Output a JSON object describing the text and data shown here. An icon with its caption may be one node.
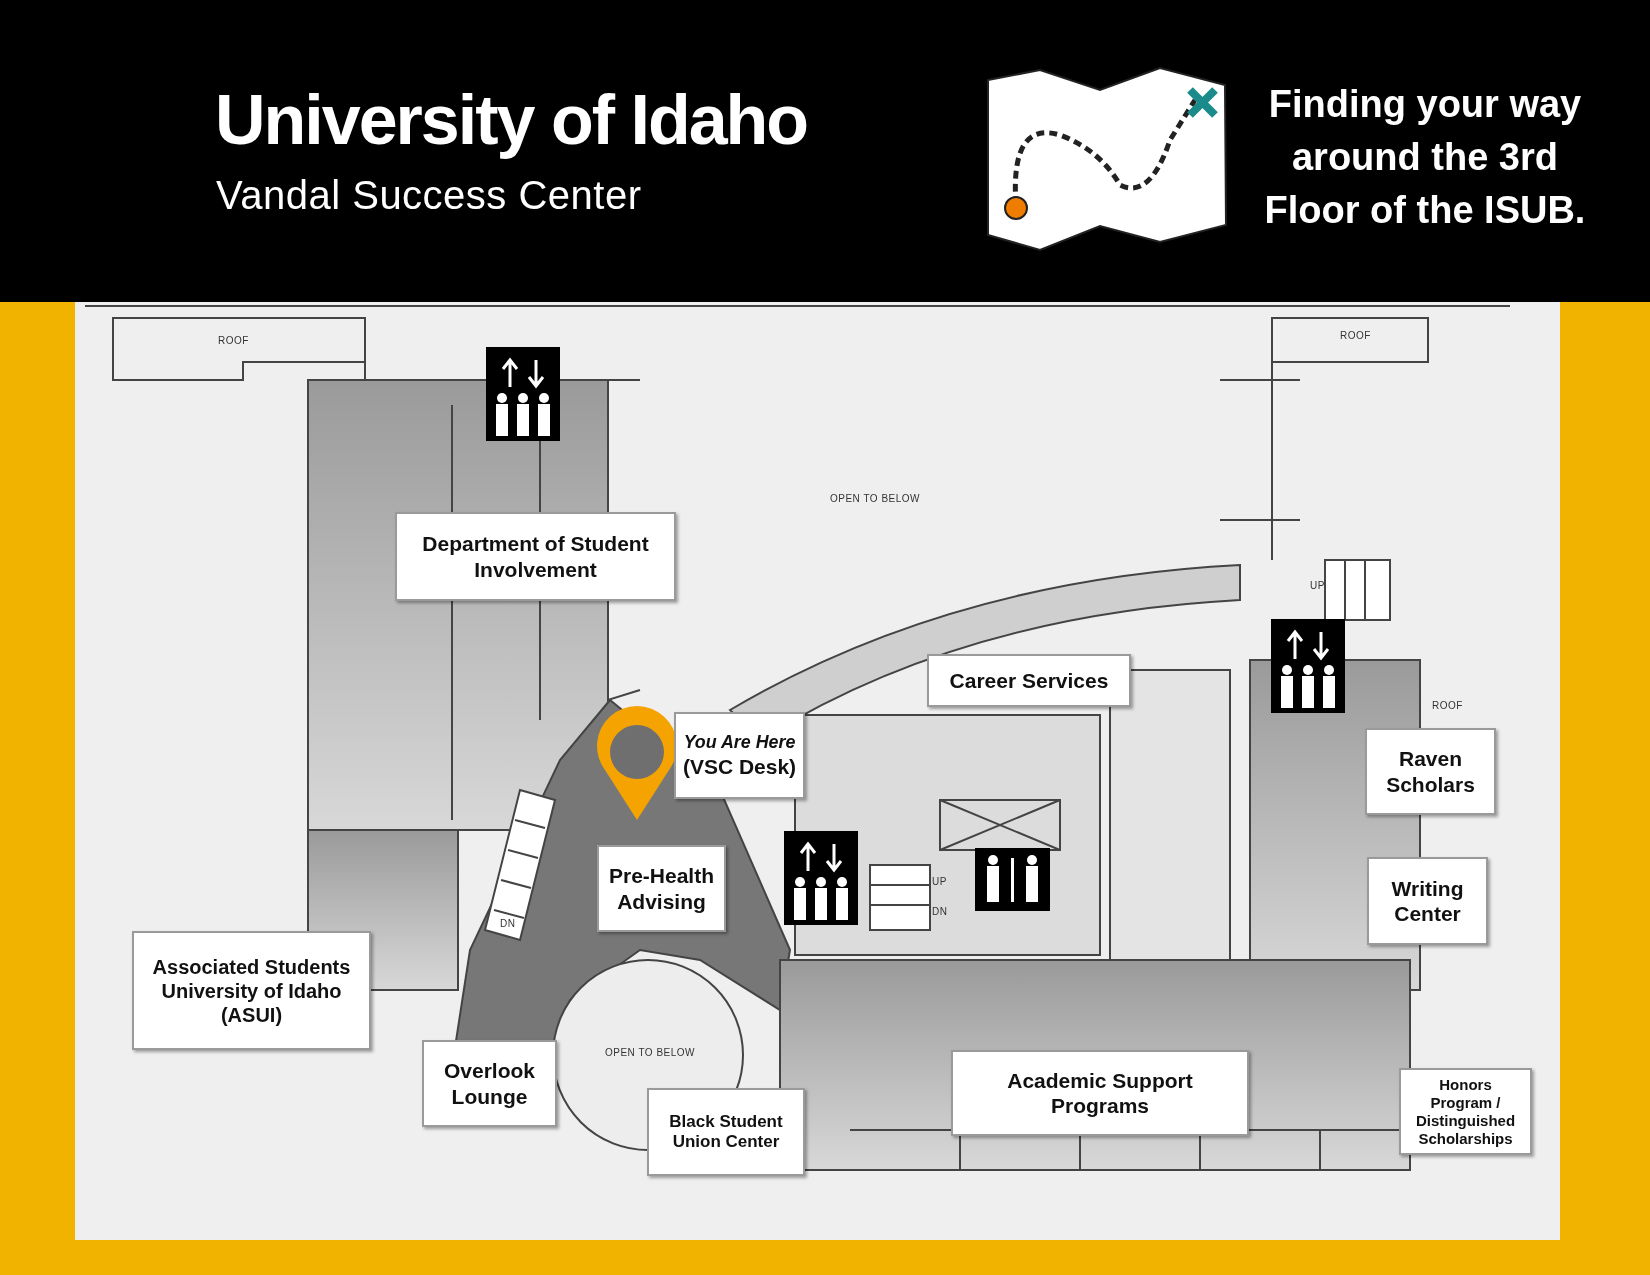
{
  "diagram": {
    "title": "Finding your way around the 3rd Floor of the ISUB.",
    "nodes": [
      {
        "text": [
          "Department of Student Involvement"
        ]
      },
      {
        "text": [
          "Career Services"
        ]
      },
      {
        "text": [
          "You Are Here",
          "(VSC Desk)"
        ]
      },
      {
        "text": [
          "Raven Scholars"
        ]
      },
      {
        "text": [
          "Pre-Health Advising"
        ]
      },
      {
        "text": [
          "Writing Center"
        ]
      },
      {
        "text": [
          "Associated Students University of Idaho (ASUI)"
        ]
      },
      {
        "text": [
          "Overlook Lounge"
        ]
      },
      {
        "text": [
          "Academic Support Programs"
        ]
      },
      {
        "text": [
          "Honors Program / Distinguished Scholarships"
        ]
      },
      {
        "text": [
          "Black Student Union Center"
        ]
      }
    ],
    "labels": [
      "University of Idaho",
      "Vandal Success Center",
      "ROOF",
      "ROOF",
      "OPEN TO BELOW",
      "UP",
      "ROOF",
      "DN",
      "UP",
      "DN",
      "OPEN TO BELOW"
    ]
  }
}
